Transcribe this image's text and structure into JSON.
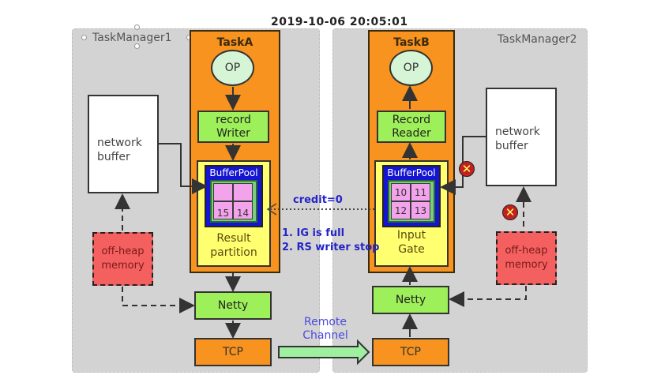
{
  "timestamp": "2019-10-06 20:05:01",
  "left": {
    "task_manager": "TaskManager1",
    "task": "TaskA",
    "op": "OP",
    "writer": [
      "record",
      "Writer"
    ],
    "buffer_pool": "BufferPool",
    "cells": [
      "",
      "",
      "15",
      "14"
    ],
    "partition": [
      "Result",
      "partition"
    ],
    "network_buffer": [
      "network",
      "buffer"
    ],
    "off_heap": [
      "off-heap",
      "memory"
    ],
    "netty": "Netty",
    "tcp": "TCP"
  },
  "right": {
    "task_manager": "TaskManager2",
    "task": "TaskB",
    "op": "OP",
    "reader": [
      "Record",
      "Reader"
    ],
    "buffer_pool": "BufferPool",
    "cells": [
      "10",
      "11",
      "12",
      "13"
    ],
    "gate": [
      "Input",
      "Gate"
    ],
    "network_buffer": [
      "network",
      "buffer"
    ],
    "off_heap": [
      "off-heap",
      "memory"
    ],
    "netty": "Netty",
    "tcp": "TCP"
  },
  "annotations": {
    "credit": "credit=0",
    "notes": [
      "1. IG is full",
      "2. RS writer stop"
    ],
    "remote_channel": [
      "Remote",
      "Channel"
    ],
    "blocked_symbol": "✕"
  }
}
